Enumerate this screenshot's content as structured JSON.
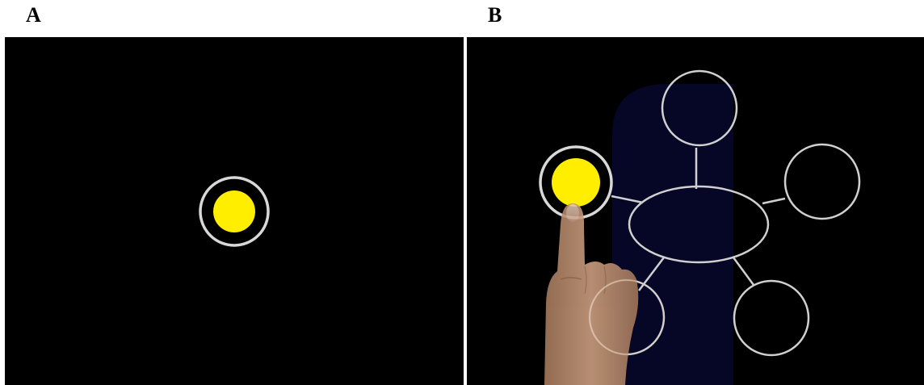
{
  "figure": {
    "panels": [
      {
        "id": "A",
        "label": "A",
        "elements": [
          "yellow-dot",
          "selection-ring"
        ]
      },
      {
        "id": "B",
        "label": "B",
        "elements": [
          "yellow-dot",
          "selection-ring",
          "finger-touch",
          "hub-node",
          "satellite-nodes"
        ]
      }
    ],
    "colors": {
      "background": "#000000",
      "target_fill": "#ffee00",
      "ring_stroke": "#d8d8d8",
      "diagram_stroke": "#d0d0d0",
      "backdrop": "#07072a",
      "skin": "#c49472"
    },
    "icons": {
      "dot": "yellow-target-dot-icon",
      "ring": "selection-ring-icon",
      "hand": "pointing-finger-icon",
      "hub": "central-ellipse-node-icon",
      "node": "circle-node-icon"
    }
  }
}
